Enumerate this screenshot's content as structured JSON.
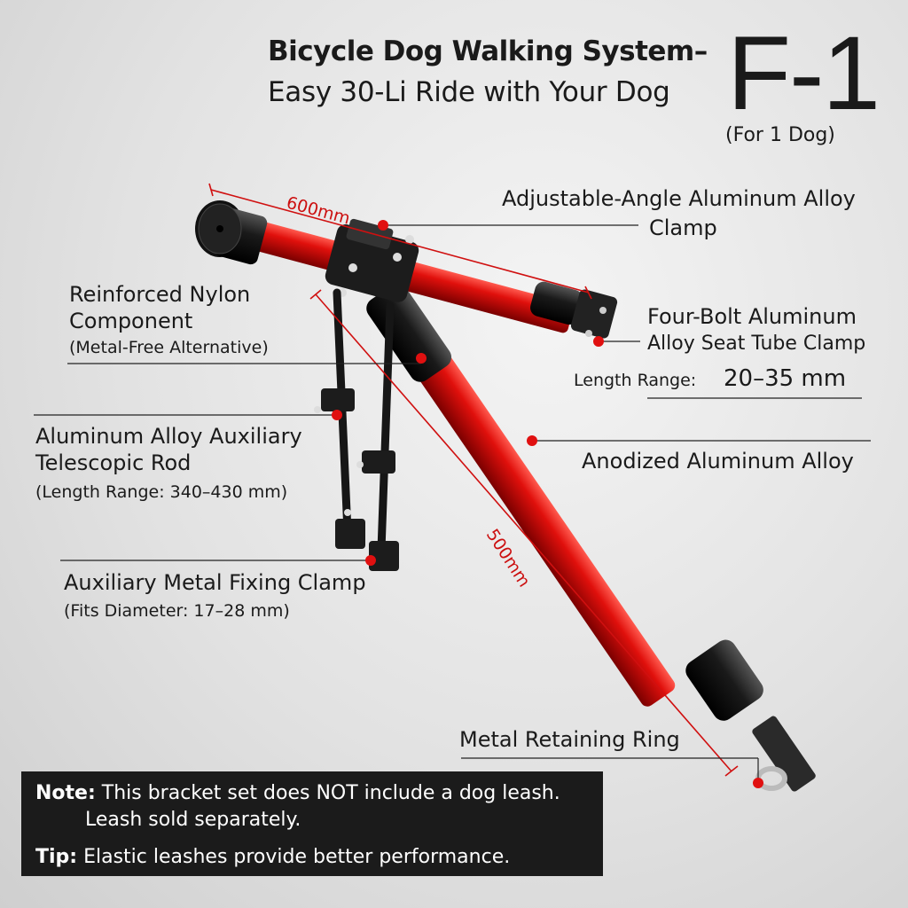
{
  "title": {
    "line1": "Bicycle Dog Walking System",
    "dash": "–",
    "line2": "Easy 30-Li Ride with Your Dog",
    "model": "F-1",
    "model_sub": "(For 1 Dog)"
  },
  "dimensions": {
    "top_bar": "600mm",
    "main_bar": "500mm"
  },
  "callouts": {
    "clamp_angle": {
      "line1": "Adjustable-Angle Aluminum Alloy",
      "line2": "Clamp"
    },
    "nylon": {
      "line1": "Reinforced Nylon",
      "line2": "Component",
      "sub": "(Metal-Free Alternative)"
    },
    "seat_clamp": {
      "line1": "Four-Bolt Aluminum",
      "line2": "Alloy Seat Tube Clamp",
      "range_label": "Length Range:",
      "range_value": "20–35 mm"
    },
    "aux_rod": {
      "line1": "Aluminum Alloy Auxiliary",
      "line2": "Telescopic Rod",
      "sub": "(Length Range: 340–430 mm)"
    },
    "anodized": {
      "line1": "Anodized Aluminum Alloy"
    },
    "aux_clamp": {
      "line1": "Auxiliary Metal Fixing Clamp",
      "sub": "(Fits Diameter: 17–28 mm)"
    },
    "ring": {
      "line1": "Metal Retaining Ring"
    }
  },
  "notes": {
    "note_label": "Note:",
    "note_text": "This bracket set does NOT include a dog leash.",
    "note_text2": "Leash sold separately.",
    "tip_label": "Tip:",
    "tip_text": "Elastic leashes provide better performance."
  },
  "colors": {
    "tube_red": "#e0100c",
    "accent_red": "#e01010",
    "dark": "#1b1b1b"
  }
}
